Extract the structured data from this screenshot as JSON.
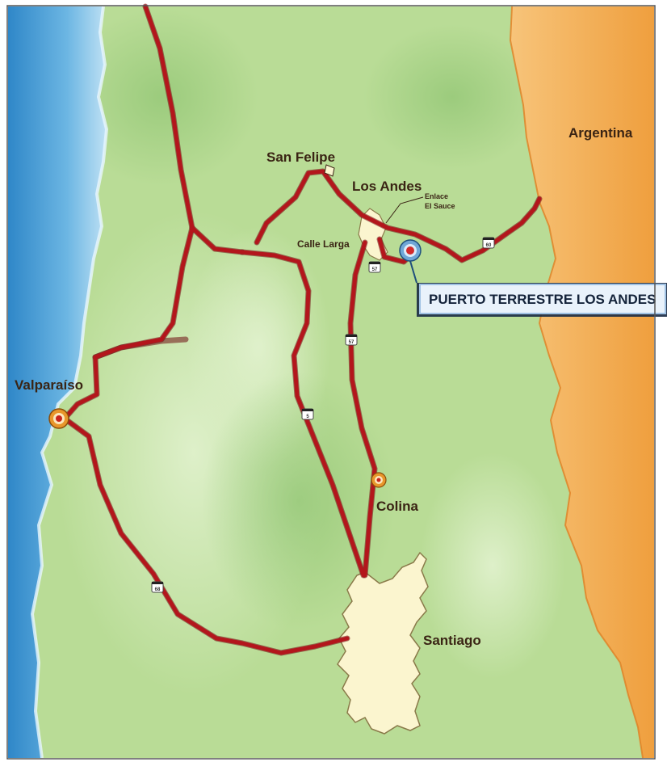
{
  "map": {
    "colors": {
      "ocean": "#5aa9dc",
      "land": "#b9dc96",
      "land_light": "#d6ecbd",
      "mountains_ar": "#f4b25c",
      "road": "#b3161c",
      "city_fill": "#fbf5cf",
      "marker_orange": "#e8962b",
      "marker_blue": "#6fa7d6"
    },
    "labels": {
      "country": "Argentina",
      "san_felipe": "San Felipe",
      "los_andes": "Los Andes",
      "enlace_line1": "Enlace",
      "enlace_line2": "El Sauce",
      "calle_larga": "Calle Larga",
      "valparaiso": "Valparaíso",
      "colina": "Colina",
      "santiago": "Santiago"
    },
    "banner": {
      "text": "PUERTO TERRESTRE LOS ANDES"
    },
    "route_shields": [
      "60",
      "57",
      "57",
      "5",
      "68"
    ]
  }
}
